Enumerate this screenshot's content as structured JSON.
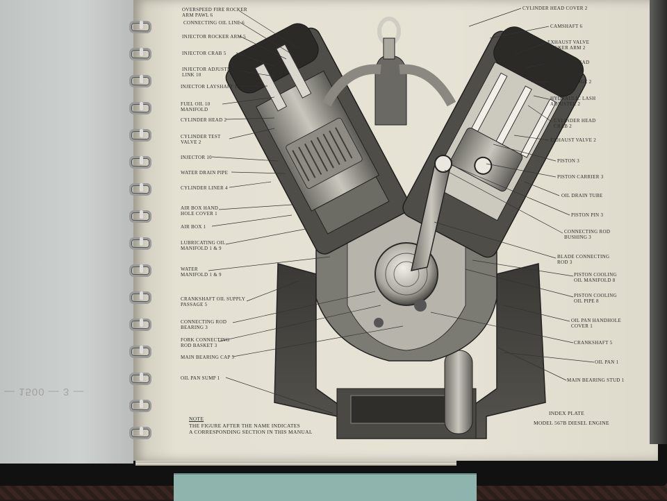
{
  "left_page": {
    "ghost_text": "— 1500 — 3 —"
  },
  "labels_left": [
    "OVERSPEED FIRE ROCKER\nARM PAWL 6",
    "CONNECTING OIL LINE 6",
    "INJECTOR ROCKER ARM 5",
    "INJECTOR CRAB 5",
    "INJECTOR ADJUSTING\nLINK 10",
    "INJECTOR LAYSHAFT 10",
    "FUEL OIL 10\nMANIFOLD",
    "CYLINDER HEAD 2",
    "CYLINDER TEST\nVALVE 2",
    "INJECTOR 10",
    "WATER DRAIN PIPE",
    "CYLINDER LINER 4",
    "AIR BOX HAND\nHOLE COVER 1",
    "AIR BOX 1",
    "LUBRICATING OIL\nMANIFOLD 1 & 9",
    "WATER\nMANIFOLD 1 & 9",
    "CRANKSHAFT OIL SUPPLY\nPASSAGE 5",
    "CONNECTING ROD\nBEARING 3",
    "FORK CONNECTING\nROD BASKET 3",
    "MAIN BEARING CAP 5",
    "OIL PAN SUMP 1"
  ],
  "labels_right": [
    "CYLINDER HEAD COVER 2",
    "CAMSHAFT 6",
    "EXHAUST VALVE\nROCKER ARM 2",
    "CYLINDER HEAD\nCRAB STUD 1",
    "VALVE BRIDGE 2",
    "HYDRAULIC LASH\nADJUSTER 2",
    "CYLINDER HEAD\nCRAB 2",
    "EXHAUST VALVE 2",
    "PISTON 3",
    "PISTON CARRIER 3",
    "OIL DRAIN TUBE",
    "PISTON PIN 3",
    "CONNECTING ROD\nBUSHING 3",
    "BLADE CONNECTING\nROD 3",
    "PISTON COOLING\nOIL MANIFOLD 8",
    "PISTON COOLING\nOIL PIPE 8",
    "OIL PAN HANDHOLE\nCOVER 1",
    "CRANKSHAFT 5",
    "OIL PAN 1",
    "MAIN BEARING STUD 1"
  ],
  "note": {
    "heading": "NOTE",
    "text": "THE FIGURE AFTER THE NAME INDICATES\nA CORRESPONDING SECTION IN THIS MANUAL"
  },
  "caption": {
    "plate": "INDEX PLATE",
    "model": "MODEL 567B DIESEL ENGINE"
  }
}
